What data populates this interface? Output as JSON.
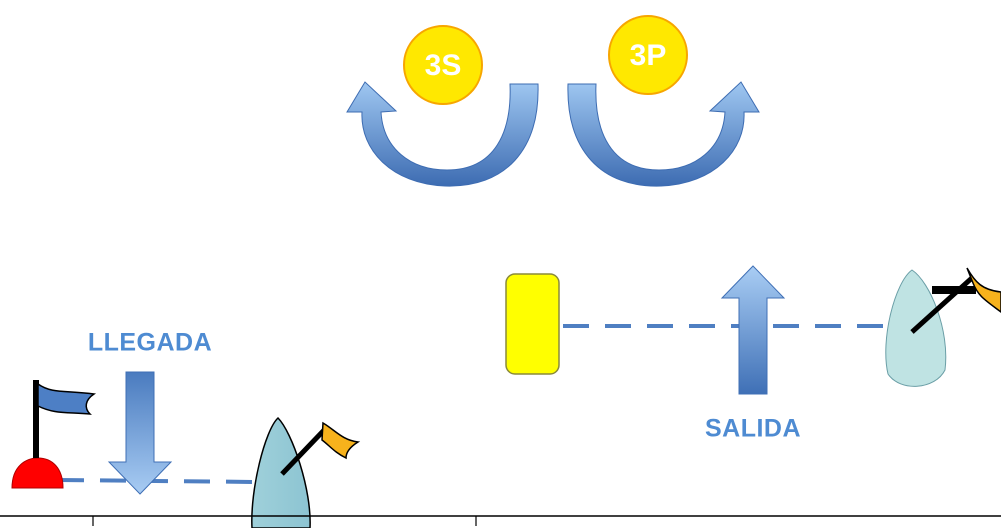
{
  "marks": {
    "starboard_label": "3S",
    "port_label": "3P"
  },
  "zones": {
    "finish_label": "LLEGADA",
    "start_label": "SALIDA"
  },
  "colors": {
    "mark_fill": "#ffe800",
    "mark_stroke": "#f7a600",
    "arrow_light": "#9cc6f2",
    "arrow_dark": "#3f6fb5",
    "label_blue": "#4e8bd2",
    "dash_line": "#4f7fc2",
    "buoy_fill": "#bfe3e3",
    "buoy_fill_alt": "#9fd3dc",
    "committee_boat": "#ffff00",
    "flag_blue": "#4d7fc5",
    "flag_orange": "#f7b21c",
    "pin_buoy": "#ff0000"
  },
  "icons": {
    "turn_left": "curved-arrow-left-icon",
    "turn_right": "curved-arrow-right-icon",
    "finish_direction": "arrow-down-icon",
    "start_direction": "arrow-up-icon",
    "flag_blue": "blue-flag-icon",
    "flag_orange": "orange-flag-icon"
  }
}
